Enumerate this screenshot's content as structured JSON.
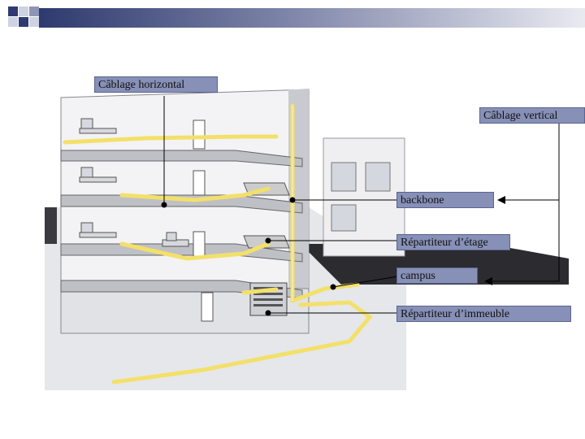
{
  "labels": {
    "horizontal": "Câblage horizontal",
    "vertical": "Câblage vertical",
    "backbone": "backbone",
    "floor": "Répartiteur d’étage",
    "campus": "campus",
    "building": "Répartiteur d’immeuble"
  },
  "colors": {
    "accent": "#2f3a72",
    "label_bg": "#8790b7",
    "cable": "#f3e06a"
  }
}
